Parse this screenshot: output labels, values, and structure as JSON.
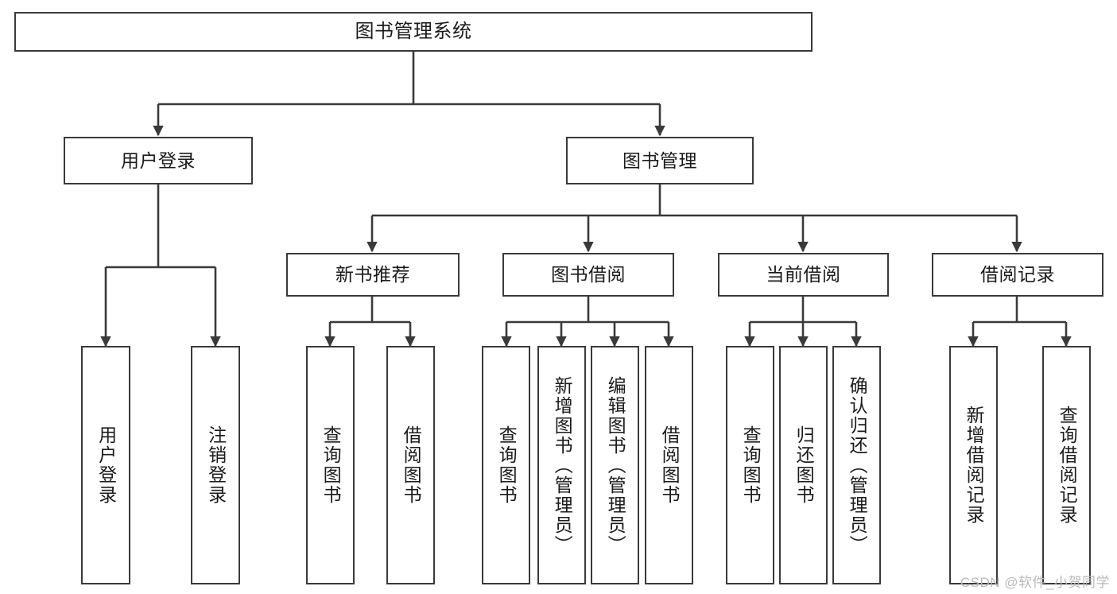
{
  "diagram": {
    "title": "图书管理系统",
    "type": "tree-hierarchy",
    "watermark": "CSDN @软件_小贺同学",
    "colors": {
      "stroke": "#3a3a3a",
      "fill": "#ffffff",
      "text": "#1b1b1b",
      "watermark": "#b9b9b9"
    },
    "nodes": {
      "root": {
        "label": "图书管理系统"
      },
      "level2": [
        {
          "id": "user-login",
          "label": "用户登录"
        },
        {
          "id": "book-manage",
          "label": "图书管理"
        }
      ],
      "level3": [
        {
          "id": "new-book-recommend",
          "label": "新书推荐"
        },
        {
          "id": "book-borrow",
          "label": "图书借阅"
        },
        {
          "id": "current-borrow",
          "label": "当前借阅"
        },
        {
          "id": "borrow-record",
          "label": "借阅记录"
        }
      ],
      "leaves": {
        "user-login": [
          {
            "id": "user-login-do",
            "label": "用户登录"
          },
          {
            "id": "user-logout",
            "label": "注销登录"
          }
        ],
        "new-book-recommend": [
          {
            "id": "query-book-1",
            "label": "查询图书"
          },
          {
            "id": "borrow-book-1",
            "label": "借阅图书"
          }
        ],
        "book-borrow": [
          {
            "id": "query-book-2",
            "label": "查询图书"
          },
          {
            "id": "add-book-admin",
            "label": "新增图书（管理员）"
          },
          {
            "id": "edit-book-admin",
            "label": "编辑图书（管理员）"
          },
          {
            "id": "borrow-book-2",
            "label": "借阅图书"
          }
        ],
        "current-borrow": [
          {
            "id": "query-book-3",
            "label": "查询图书"
          },
          {
            "id": "return-book",
            "label": "归还图书"
          },
          {
            "id": "confirm-return-admin",
            "label": "确认归还（管理员）"
          }
        ],
        "borrow-record": [
          {
            "id": "add-borrow-record",
            "label": "新增借阅记录"
          },
          {
            "id": "query-borrow-record",
            "label": "查询借阅记录"
          }
        ]
      }
    }
  }
}
